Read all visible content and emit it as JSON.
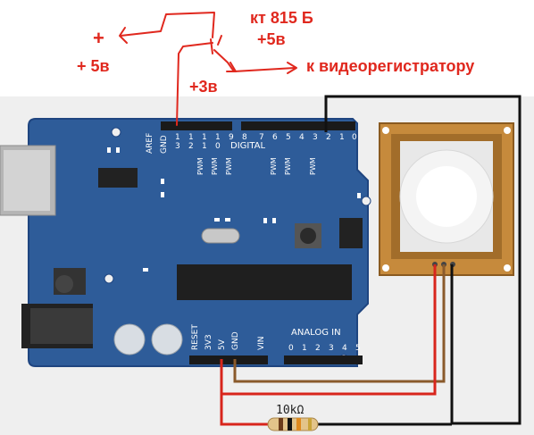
{
  "annotations": {
    "transistor": "кт 815 Б",
    "plus_sign": "+",
    "plus_5v_left": "+ 5в",
    "plus_5v_right": "+5в",
    "plus_3v": "+3в",
    "to_dvr": "к видеорегистратору"
  },
  "board": {
    "header_pins_top_left": [
      "1",
      "1",
      "1",
      "1",
      "9",
      "8"
    ],
    "header_pins_top_left_row2": [
      "3",
      "2",
      "1",
      "0",
      "",
      ""
    ],
    "header_pins_top_right": [
      "7",
      "6",
      "5",
      "4",
      "3",
      "2",
      "1",
      "0"
    ],
    "aref": "AREF",
    "gnd": "GND",
    "digital": "DIGITAL",
    "pwm": "PWM",
    "reset": "RESET",
    "v33": "3V3",
    "v5": "5V",
    "gnd_bottom": "GND",
    "vin": "VIN",
    "analog_in": "ANALOG IN",
    "analog_pins": [
      "0",
      "1",
      "2",
      "3",
      "4",
      "5"
    ]
  },
  "resistor": {
    "label": "10kΩ"
  },
  "colors": {
    "pcb": "#2e5c99",
    "pcb_dark": "#1f4580",
    "sensor_frame": "#c68a3c",
    "sensor_inner": "#a26d2a",
    "wire_red": "#d8251c",
    "wire_brown": "#8a5a2b",
    "wire_black": "#111111",
    "annotation_red": "#e0281e"
  }
}
